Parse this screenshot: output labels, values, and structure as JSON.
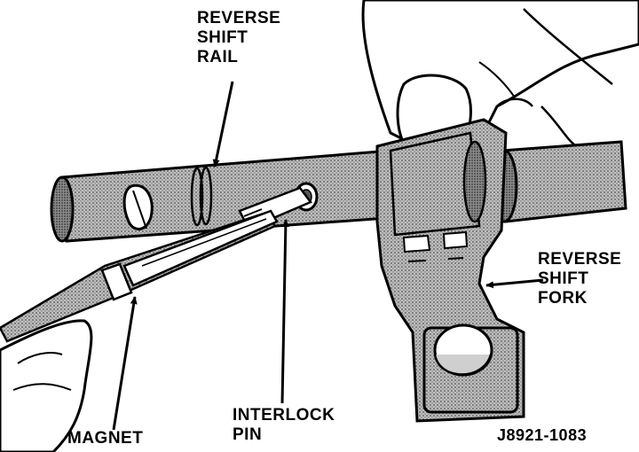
{
  "callouts": {
    "reverse_shift_rail": [
      "REVERSE",
      "SHIFT",
      "RAIL"
    ],
    "reverse_shift_fork": [
      "REVERSE",
      "SHIFT",
      "FORK"
    ],
    "magnet": "MAGNET",
    "interlock_pin": [
      "INTERLOCK",
      "PIN"
    ]
  },
  "figure_id": "J8921-1083",
  "colors": {
    "ink": "#000000",
    "shade": "#7a7a7a",
    "paper": "#ffffff"
  }
}
